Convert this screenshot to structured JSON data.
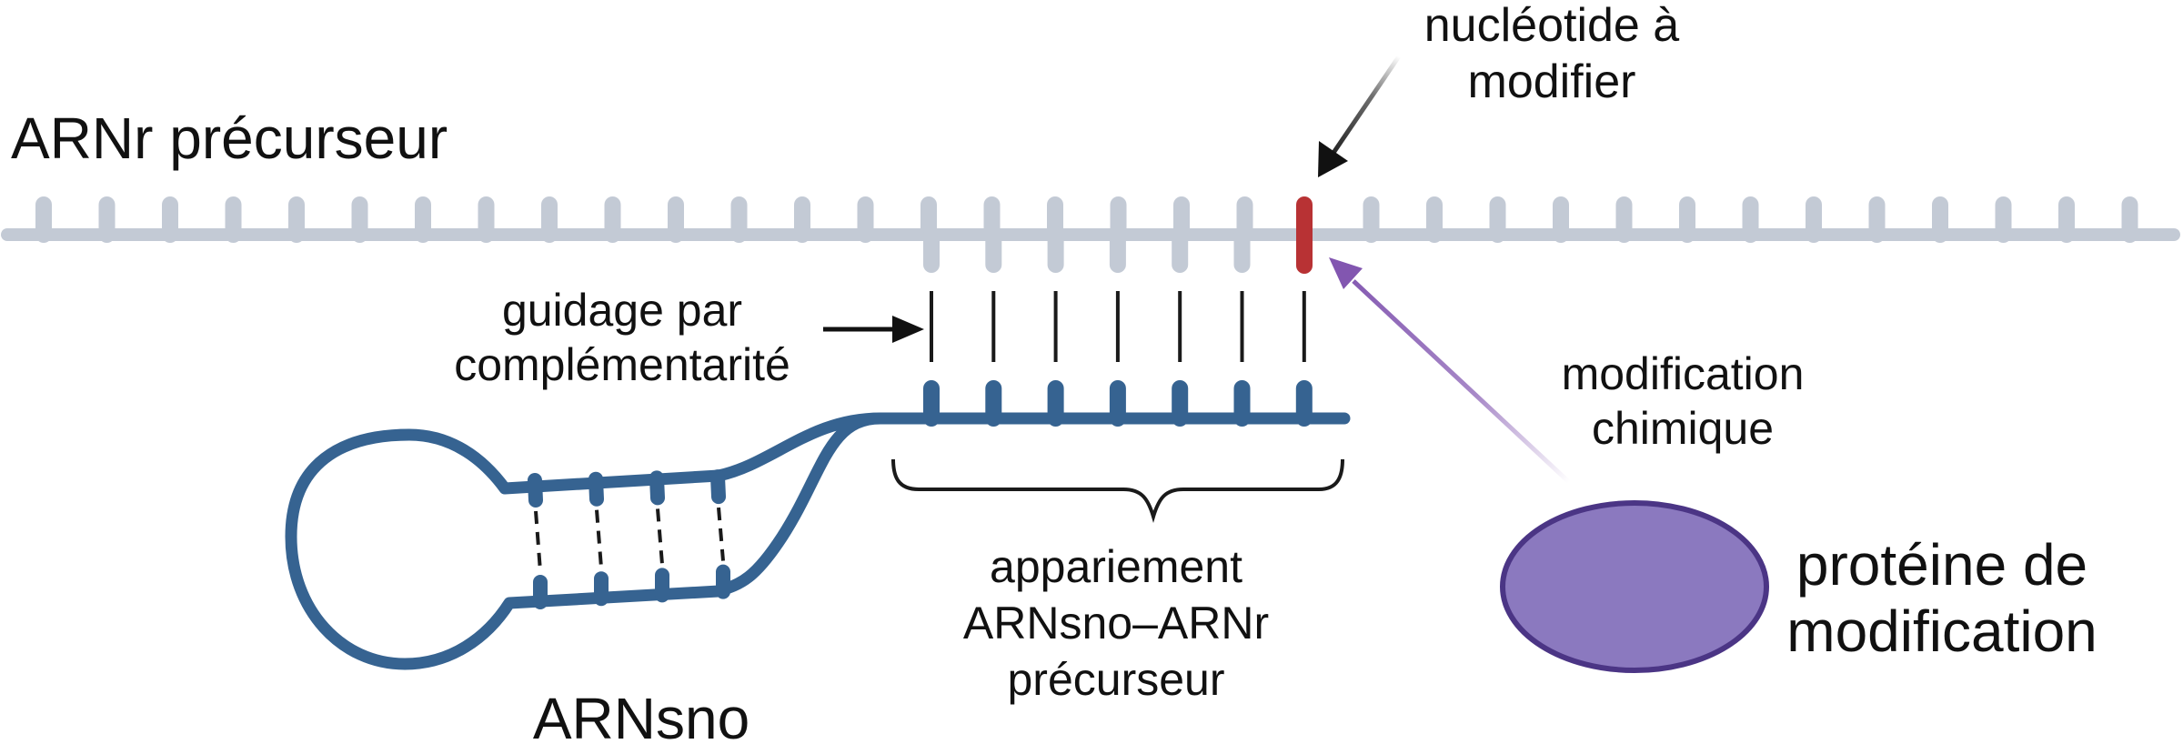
{
  "labels": {
    "precursor_rrna": "ARNr précurseur",
    "target_line1": "nucléotide à",
    "target_line2": "modifier",
    "guide_line1": "guidage par",
    "guide_line2": "complémentarité",
    "chem_line1": "modification",
    "chem_line2": "chimique",
    "pairing_line1": "appariement",
    "pairing_line2": "ARNsno–ARNr",
    "pairing_line3": "précurseur",
    "protein_line1": "protéine de",
    "protein_line2": "modification",
    "snorna": "ARNsno"
  },
  "colors": {
    "precursor_strand": "#c3cad5",
    "snorna_strand": "#366391",
    "target_nucleotide": "#b83234",
    "protein_fill": "#8b79bf",
    "protein_stroke": "#4b3585",
    "modification_arrow": "#8256b0",
    "base_pair_line": "#1a1a1a"
  },
  "structure": {
    "precursor_nucleotide_count": 34,
    "paired_nucleotide_count": 7,
    "stem_base_pair_count": 4
  }
}
